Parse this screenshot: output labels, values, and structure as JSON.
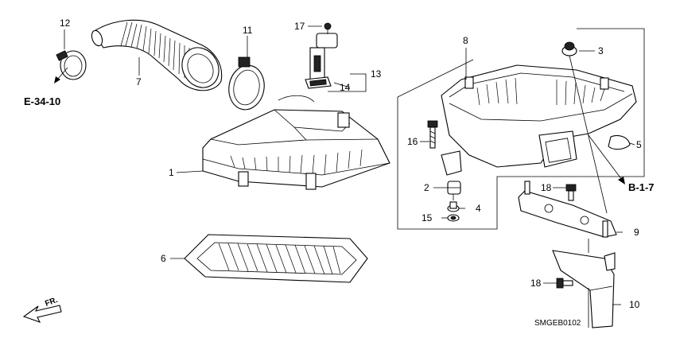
{
  "callouts": {
    "c1": "1",
    "c2": "2",
    "c3": "3",
    "c4": "4",
    "c5": "5",
    "c6": "6",
    "c7": "7",
    "c8": "8",
    "c9": "9",
    "c10": "10",
    "c11": "11",
    "c12": "12",
    "c13": "13",
    "c14": "14",
    "c15": "15",
    "c16": "16",
    "c17": "17",
    "c18a": "18",
    "c18b": "18"
  },
  "references": {
    "e_ref": "E-34-10",
    "b_ref": "B-1-7"
  },
  "diagram_code": "SMGEB0102",
  "front_label": "FR.",
  "icons": {
    "front_arrow": "arrow-left-down",
    "ref_arrow": "arrow"
  }
}
